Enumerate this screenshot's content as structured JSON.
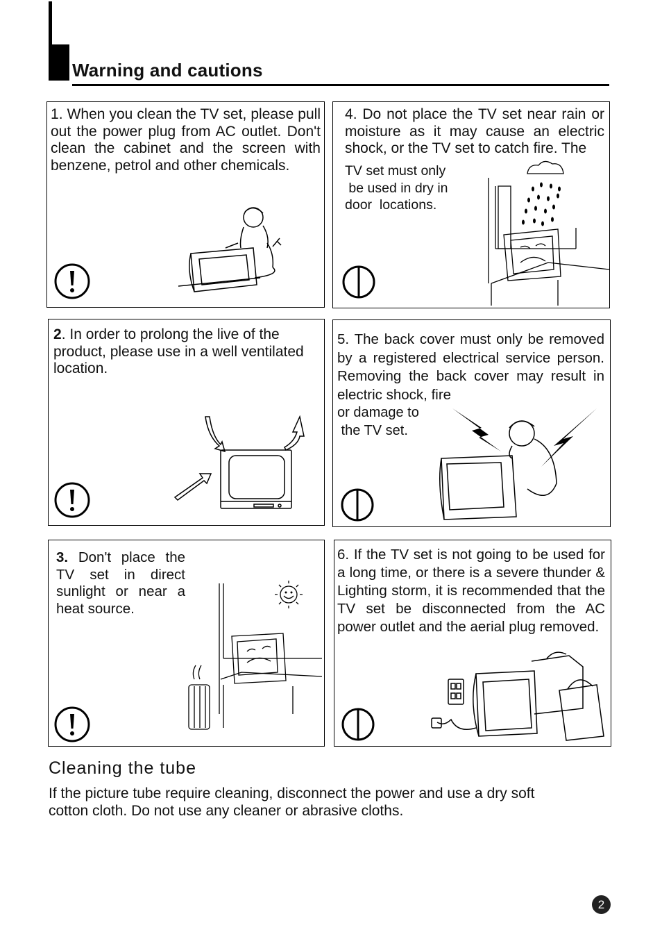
{
  "header": {
    "title": "Warning and cautions"
  },
  "cautions": [
    {
      "num": "1",
      "text": ". When you clean the TV set, please pull out the power plug from AC outlet. Don't clean the cabinet and the screen with benzene, petrol and other chemicals."
    },
    {
      "num": "2",
      "text": ". In order to prolong the live of the product, please use in a well ventilated location."
    },
    {
      "num": "3.",
      "text": " Don't place the TV set in direct sunlight or near a heat source."
    },
    {
      "num": "4",
      "text": ". Do not place the TV set near rain or moisture as it may cause an electric shock, or the TV set to catch fire. The",
      "lines": [
        "TV set must only",
        " be used in dry in",
        "door  locations."
      ]
    },
    {
      "num": "5",
      "text": ". The back cover must only be removed by a registered electrical service person. Removing the back cover may result in electric shock, fire",
      "lines": [
        "or damage to",
        " the TV set."
      ]
    },
    {
      "num": "6",
      "text": ". If the TV set is not going to be used for a long time, or there is a severe thunder & Lighting storm, it is recommended that the TV set be disconnected from the AC power outlet and the aerial plug removed."
    }
  ],
  "cleaning": {
    "heading": "Cleaning the tube",
    "body": "If the picture tube require cleaning, disconnect the power and use a dry soft  cotton cloth. Do not use any cleaner or abrasive cloths."
  },
  "page_number": "2",
  "colors": {
    "ink": "#000000",
    "text": "#111111",
    "page_badge": "#222222"
  },
  "icons": [
    "exclamation-warning-icon",
    "prohibition-icon"
  ]
}
